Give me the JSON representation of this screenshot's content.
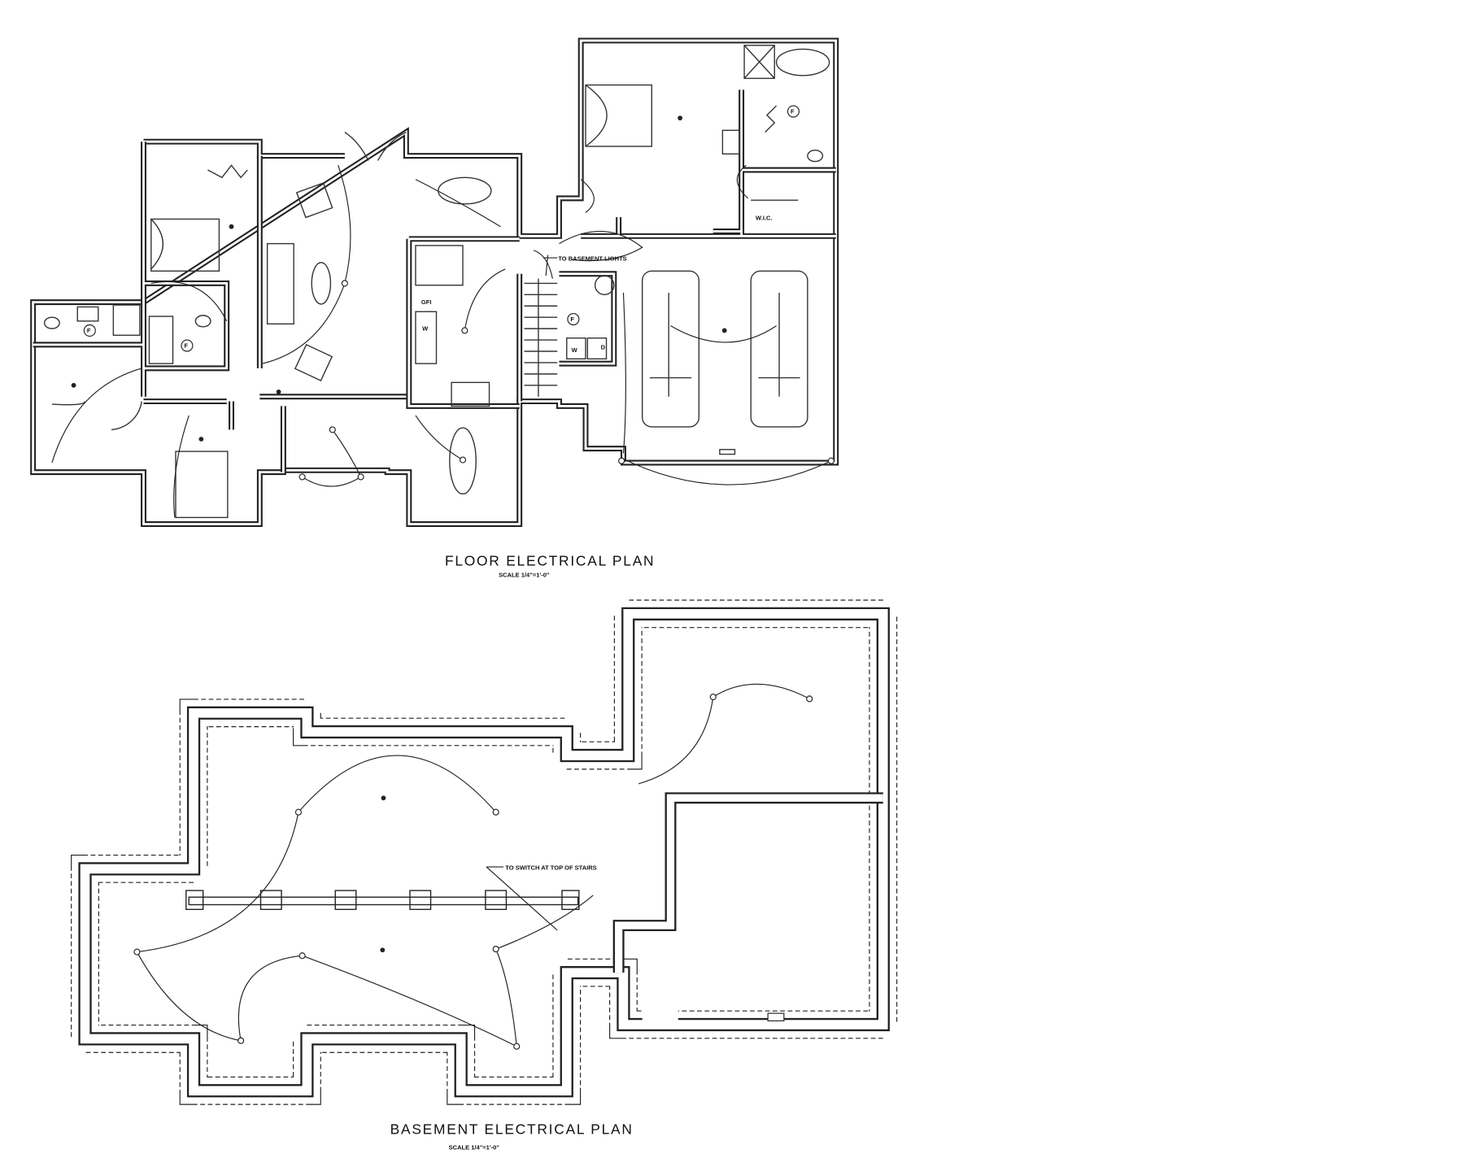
{
  "floor_plan": {
    "title": "FLOOR ELECTRICAL PLAN",
    "scale": "SCALE 1/4\"=1'-0\"",
    "notes": {
      "basement_lights": "TO BASEMENT LIGHTS",
      "wic": "W.I.C.",
      "gfi": "GFI",
      "fan": "F",
      "washer": "W",
      "dryer": "D"
    }
  },
  "basement_plan": {
    "title": "BASEMENT ELECTRICAL PLAN",
    "scale": "SCALE 1/4\"=1'-0\"",
    "notes": {
      "switch": "TO SWITCH AT TOP OF STAIRS"
    }
  }
}
